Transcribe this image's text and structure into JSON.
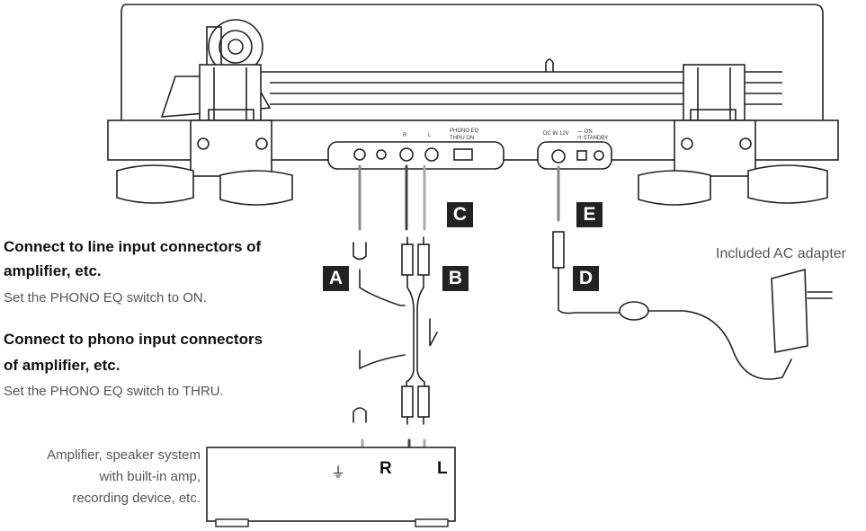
{
  "line_input": {
    "heading_1": "Connect to line input connectors of",
    "heading_2": "amplifier, etc.",
    "note": "Set the PHONO EQ switch to ON."
  },
  "phono_input": {
    "heading_1": "Connect to phono input connectors",
    "heading_2": "of amplifier, etc.",
    "note": "Set the PHONO EQ switch to THRU."
  },
  "adapter_label": "Included AC adapter",
  "labels": {
    "a": "A",
    "b": "B",
    "c": "C",
    "d": "D",
    "e": "E"
  },
  "panel": {
    "r_badge": "R",
    "l_badge": "L",
    "phono_eq_1": "PHONO EQ",
    "phono_eq_2": "THRU   ON",
    "dc_in": "DC IN 12V",
    "power_switch_1": "— ON",
    "power_switch_2": "⊓ STANDBY"
  },
  "amplifier": {
    "line1": "Amplifier, speaker system",
    "line2": "with built-in amp,",
    "line3": "recording device, etc.",
    "ground_symbol": "⏚",
    "r_label": "R",
    "l_label": "L"
  }
}
